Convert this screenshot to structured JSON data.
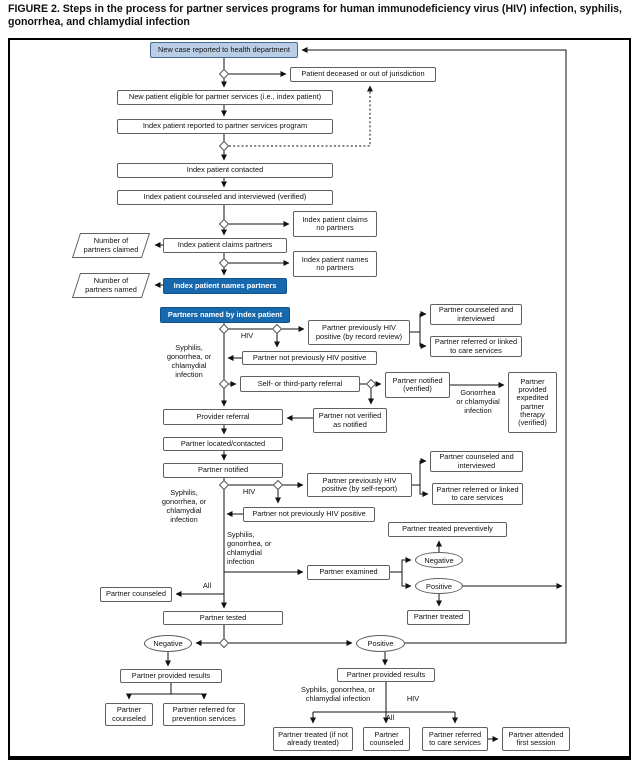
{
  "figure_title": "FIGURE 2. Steps in the process for partner services programs for human immunodeficiency virus (HIV) infection, syphilis, gonorrhea, and chlamydial infection",
  "nodes": {
    "new_case": "New case reported to health department",
    "deceased": "Patient deceased or out of jurisdiction",
    "eligible": "New patient eligible for partner services (i.e., index patient)",
    "reported": "Index patient reported to partner services program",
    "contacted": "Index patient contacted",
    "counseled_interviewed": "Index patient counseled and interviewed (verified)",
    "claims_no": "Index patient claims\nno partners",
    "claims": "Index patient claims partners",
    "num_claimed": "Number of\npartners claimed",
    "names_no": "Index patient names\nno partners",
    "names": "Index patient names partners",
    "num_named": "Number of\npartners named",
    "partners_named": "Partners named by index patient",
    "prev_hiv_record": "Partner previously HIV positive (by record review)",
    "counseled_interviewed_r1": "Partner counseled and interviewed",
    "referred_care_r1": "Partner referred or linked to care services",
    "not_prev_hiv_1": "Partner not previously HIV positive",
    "self_referral": "Self- or third-party referral",
    "notified_verified": "Partner notified (verified)",
    "ept": "Partner provided expedited partner therapy (verified)",
    "not_verified": "Partner not verified as notified",
    "provider_referral": "Provider referral",
    "located": "Partner located/contacted",
    "partner_notified": "Partner notified",
    "prev_hiv_self": "Partner previously HIV positive (by self-report)",
    "counseled_interviewed_r2": "Partner counseled and interviewed",
    "referred_care_r2": "Partner referred or linked to care services",
    "not_prev_hiv_2": "Partner not previously HIV positive",
    "treated_preventively": "Partner treated preventively",
    "partner_examined": "Partner examined",
    "negative_exam": "Negative",
    "positive_exam": "Positive",
    "partner_treated": "Partner treated",
    "partner_counseled_all": "Partner counseled",
    "partner_tested": "Partner tested",
    "negative_test": "Negative",
    "positive_test": "Positive",
    "provided_results_neg": "Partner provided results",
    "partner_counseled_neg": "Partner\ncounseled",
    "referred_prevention": "Partner referred for prevention services",
    "provided_results_pos": "Partner provided results",
    "treated_if_needed": "Partner treated (if not already treated)",
    "partner_counseled_pos": "Partner\ncounseled",
    "referred_care_services": "Partner referred to care services",
    "attended_first": "Partner attended first session"
  },
  "labels": {
    "hiv_record": "HIV",
    "sgc_record": "Syphilis,\ngonorrhea, or\nchlamydial\ninfection",
    "gonorrhea_chlamydia": "Gonorrhea\nor chlamydial\ninfection",
    "hiv_self": "HIV",
    "sgc_self": "Syphilis,\ngonorrhea, or\nchlamydial\ninfection",
    "sgc_exam": "Syphilis,\ngonorrhea, or\nchlamydial\ninfection",
    "all_tested": "All",
    "sgc_results": "Syphilis, gonorrhea, or\nchlamydial infection",
    "hiv_results": "HIV",
    "all_results": "All"
  },
  "colors": {
    "accent_blue": "#1768ad",
    "light_blue": "#b9cde5",
    "line": "#111111",
    "box_border": "#606060"
  }
}
